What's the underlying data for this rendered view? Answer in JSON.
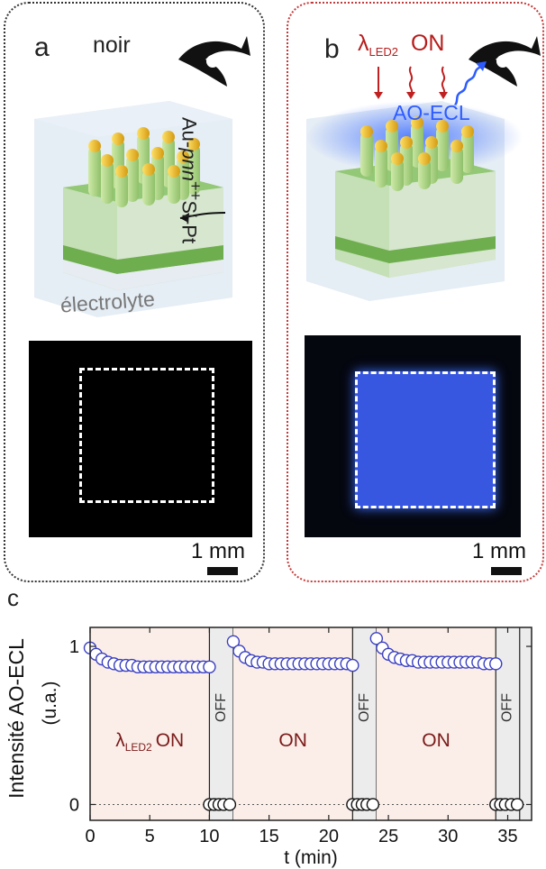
{
  "panel_a": {
    "label": "a",
    "condition_label": "noir",
    "device_label": "Au-pnn++Si-Pt",
    "device_label_parts": {
      "pre": "Au-",
      "italic": "pnn",
      "sup": "++",
      "post": "Si-Pt"
    },
    "electrolyte_label": "électrolyte",
    "scale_label": "1 mm"
  },
  "panel_b": {
    "label": "b",
    "lambda_symbol": "λ",
    "led_subscript": "LED2",
    "on_label": "ON",
    "emission_label": "AO-ECL",
    "scale_label": "1 mm"
  },
  "panel_c": {
    "label": "c"
  },
  "colors": {
    "series": "#3a3fc0",
    "off_series": "#111111",
    "on_region": "#fbeee8",
    "off_region": "#ececec",
    "dark_red": "#7a1a1a",
    "red_arrows": "#c02020",
    "blue_glow": "#2d5bff"
  },
  "chart_data": {
    "type": "scatter",
    "xlabel": "t (min)",
    "ylabel": "Intensité AO-ECL",
    "ylabel_unit": "(u.a.)",
    "xlim": [
      0,
      37
    ],
    "ylim": [
      -0.1,
      1.12
    ],
    "xticks": [
      0,
      5,
      10,
      15,
      20,
      25,
      30,
      35
    ],
    "yticks": [
      0,
      1
    ],
    "grid": false,
    "on_series": {
      "x": [
        0,
        0.5,
        1,
        1.5,
        2,
        2.5,
        3,
        3.5,
        4,
        4.5,
        5,
        5.5,
        6,
        6.5,
        7,
        7.5,
        8,
        8.5,
        9,
        9.5,
        10,
        12,
        12.5,
        13,
        13.5,
        14,
        14.5,
        15,
        15.5,
        16,
        16.5,
        17,
        17.5,
        18,
        18.5,
        19,
        19.5,
        20,
        20.5,
        21,
        21.5,
        22,
        24,
        24.5,
        25,
        25.5,
        26,
        26.5,
        27,
        27.5,
        28,
        28.5,
        29,
        29.5,
        30,
        30.5,
        31,
        31.5,
        32,
        32.5,
        33,
        33.5,
        34
      ],
      "y": [
        0.99,
        0.95,
        0.92,
        0.9,
        0.89,
        0.88,
        0.88,
        0.88,
        0.87,
        0.87,
        0.87,
        0.87,
        0.87,
        0.87,
        0.87,
        0.87,
        0.87,
        0.87,
        0.87,
        0.87,
        0.87,
        1.03,
        0.97,
        0.93,
        0.91,
        0.9,
        0.9,
        0.89,
        0.89,
        0.89,
        0.89,
        0.89,
        0.89,
        0.89,
        0.89,
        0.89,
        0.89,
        0.89,
        0.89,
        0.89,
        0.89,
        0.88,
        1.05,
        0.99,
        0.95,
        0.93,
        0.92,
        0.91,
        0.91,
        0.9,
        0.9,
        0.9,
        0.9,
        0.9,
        0.9,
        0.9,
        0.9,
        0.9,
        0.9,
        0.9,
        0.89,
        0.89,
        0.89
      ]
    },
    "off_series": {
      "x": [
        10,
        10.4,
        10.8,
        11.2,
        11.7,
        22,
        22.4,
        22.8,
        23.2,
        23.7,
        34,
        34.4,
        34.8,
        35.3,
        35.8
      ],
      "y": [
        0,
        0,
        0,
        0,
        0,
        0,
        0,
        0,
        0,
        0,
        0,
        0,
        0,
        0,
        0
      ]
    },
    "regions": [
      {
        "start": 0,
        "end": 10,
        "state": "on",
        "label": "λLED2 ON"
      },
      {
        "start": 10,
        "end": 12,
        "state": "off",
        "label": "OFF"
      },
      {
        "start": 12,
        "end": 22,
        "state": "on",
        "label": "ON"
      },
      {
        "start": 22,
        "end": 24,
        "state": "off",
        "label": "OFF"
      },
      {
        "start": 24,
        "end": 34,
        "state": "on",
        "label": "ON"
      },
      {
        "start": 34,
        "end": 37,
        "state": "off",
        "label": "OFF"
      }
    ],
    "region_lambda": "λ",
    "region_subscript": "LED2",
    "region_on_text": "ON"
  }
}
